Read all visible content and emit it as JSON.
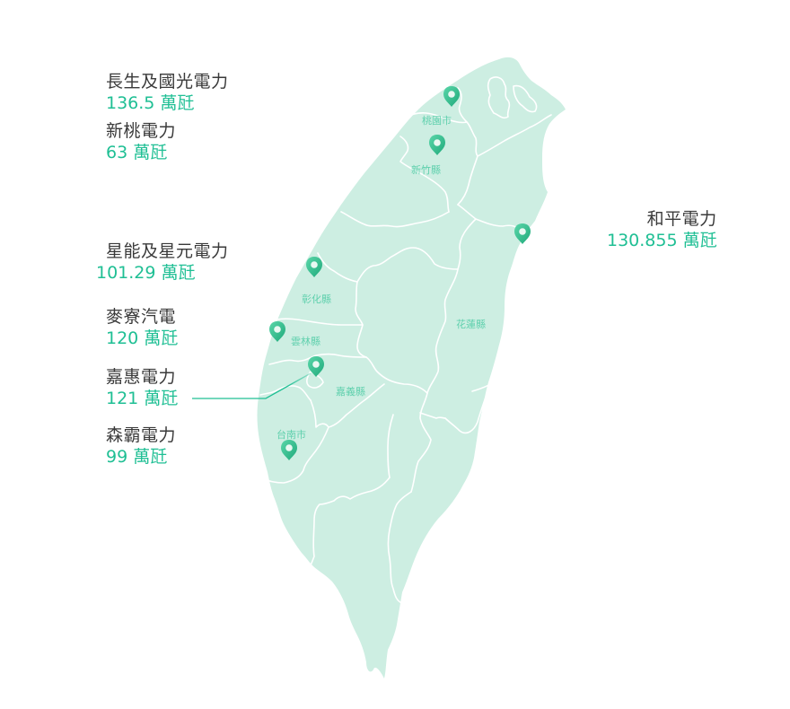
{
  "colors": {
    "land": "#cdeee2",
    "border": "#ffffff",
    "accent": "#1fbf94",
    "pin": "#2dbd8c",
    "label_text": "#3a3a3a",
    "region_text": "#5fd0ad"
  },
  "plants": [
    {
      "name": "長生及國光電力",
      "capacity": "136.5 萬瓩",
      "region": "桃園市"
    },
    {
      "name": "新桃電力",
      "capacity": "63 萬瓩",
      "region": "新竹縣"
    },
    {
      "name": "和平電力",
      "capacity": "130.855 萬瓩",
      "region": "花蓮縣"
    },
    {
      "name": "星能及星元電力",
      "capacity": "101.29 萬瓩",
      "region": "彰化縣"
    },
    {
      "name": "麥寮汽電",
      "capacity": "120 萬瓩",
      "region": "雲林縣"
    },
    {
      "name": "嘉惠電力",
      "capacity": "121 萬瓩",
      "region": "嘉義縣"
    },
    {
      "name": "森霸電力",
      "capacity": "99 萬瓩",
      "region": "台南市"
    }
  ],
  "regions": [
    {
      "label": "桃園市"
    },
    {
      "label": "新竹縣"
    },
    {
      "label": "彰化縣"
    },
    {
      "label": "雲林縣"
    },
    {
      "label": "花蓮縣"
    },
    {
      "label": "嘉義縣"
    },
    {
      "label": "台南市"
    }
  ],
  "icons": {
    "pin": "map-pin-icon"
  }
}
